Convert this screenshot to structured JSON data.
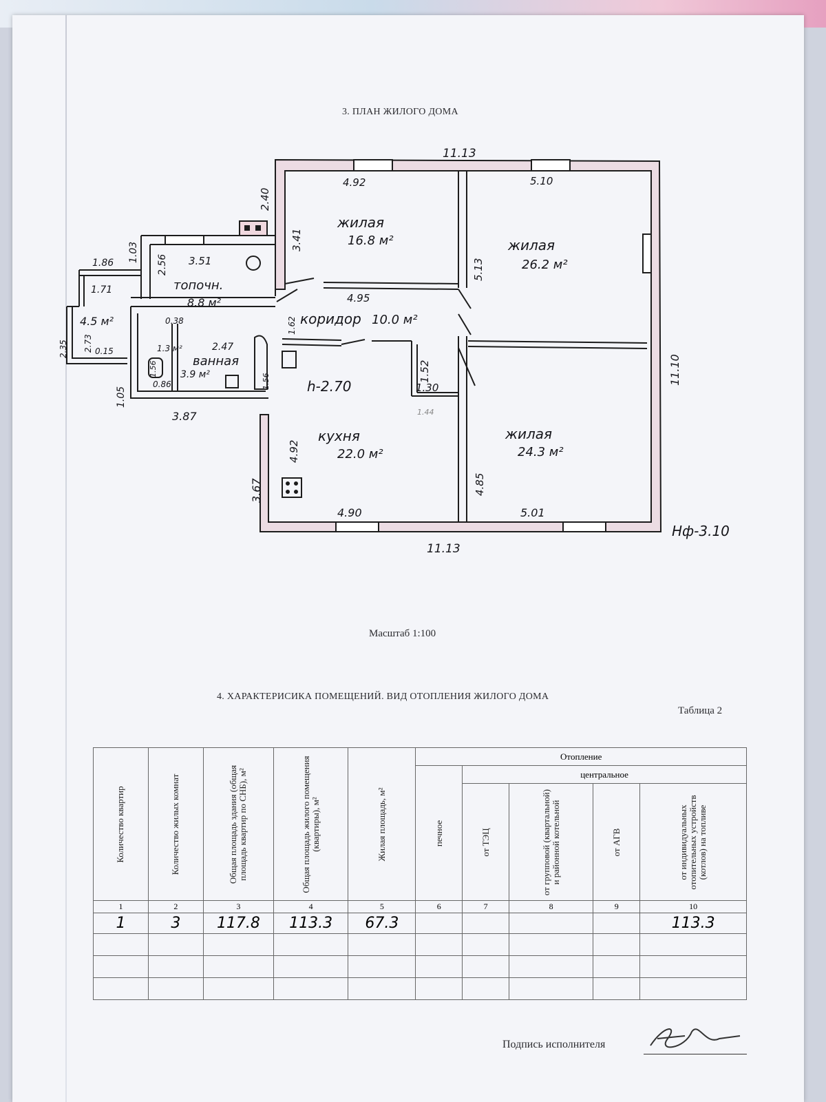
{
  "plan": {
    "title": "3. ПЛАН ЖИЛОГО ДОМА",
    "scale": "Масштаб 1:100",
    "rooms": [
      {
        "name": "жилая",
        "area": "16.8 м²"
      },
      {
        "name": "жилая",
        "area": "26.2 м²"
      },
      {
        "name": "топочн.",
        "area": "8.8 м²"
      },
      {
        "name": "коридор",
        "area": "10.0 м²"
      },
      {
        "name": "ванная",
        "area": "3.9 м²"
      },
      {
        "name": "кухня",
        "area": "22.0 м²"
      },
      {
        "name": "жилая",
        "area": "24.3 м²"
      },
      {
        "name": "",
        "area": "4.5 м²"
      },
      {
        "name": "",
        "area": "1.3 м²"
      }
    ],
    "dims": {
      "top_total": "11.13",
      "bottom_total": "11.13",
      "r1_top": "4.92",
      "r2_top": "5.10",
      "r1_left": "3.41",
      "ext_height": "2.40",
      "r2_side": "5.13",
      "corridor_w": "4.95",
      "corridor_h": "1.62",
      "right_total": "11.10",
      "step_h": "1.52",
      "step_w": "1.30",
      "kitchen_left": "4.92",
      "kitchen_bottom": "4.90",
      "r3_left": "4.85",
      "r3_bottom": "5.01",
      "boiler_top": "3.51",
      "boiler_side": "2.56",
      "annex_a": "1.03",
      "annex_b": "1.86",
      "annex_c": "1.71",
      "bath_dim1": "0.38",
      "bath_dim2": "2.47",
      "bath_dim3": "1.56",
      "bath_dim4": "1.56",
      "bath_dim5": "0.86",
      "left_a": "2.35",
      "left_b": "2.73",
      "left_c": "0.15",
      "left_d": "1.05",
      "left_bottom": "3.87",
      "left_lower": "3.67",
      "ceiling": "h-2.70",
      "foundation": "Hф-3.10",
      "pencil_a": "1.44"
    }
  },
  "section4": {
    "title": "4. ХАРАКТЕРИСИКА ПОМЕЩЕНИЙ. ВИД ОТОПЛЕНИЯ ЖИЛОГО ДОМА",
    "table_label": "Таблица 2",
    "heat_header": "Отопление",
    "central_header": "центральное",
    "columns": [
      "Количество квартир",
      "Количество жилых комнат",
      "Общая площадь здания (общая площадь квартир по СНБ), м²",
      "Общая площадь жилого помещения (квартиры), м²",
      "Жилая площадь, м²",
      "печное",
      "от ТЭЦ",
      "от групповой (квартальной) и районной котельной",
      "от АГВ",
      "от индивидуальных отопительных устройств (котлов) на топливе"
    ],
    "numbers": [
      "1",
      "2",
      "3",
      "4",
      "5",
      "6",
      "7",
      "8",
      "9",
      "10"
    ],
    "row": [
      "1",
      "3",
      "117.8",
      "113.3",
      "67.3",
      "",
      "",
      "",
      "",
      "113.3"
    ]
  },
  "signature": {
    "label": "Подпись исполнителя"
  }
}
